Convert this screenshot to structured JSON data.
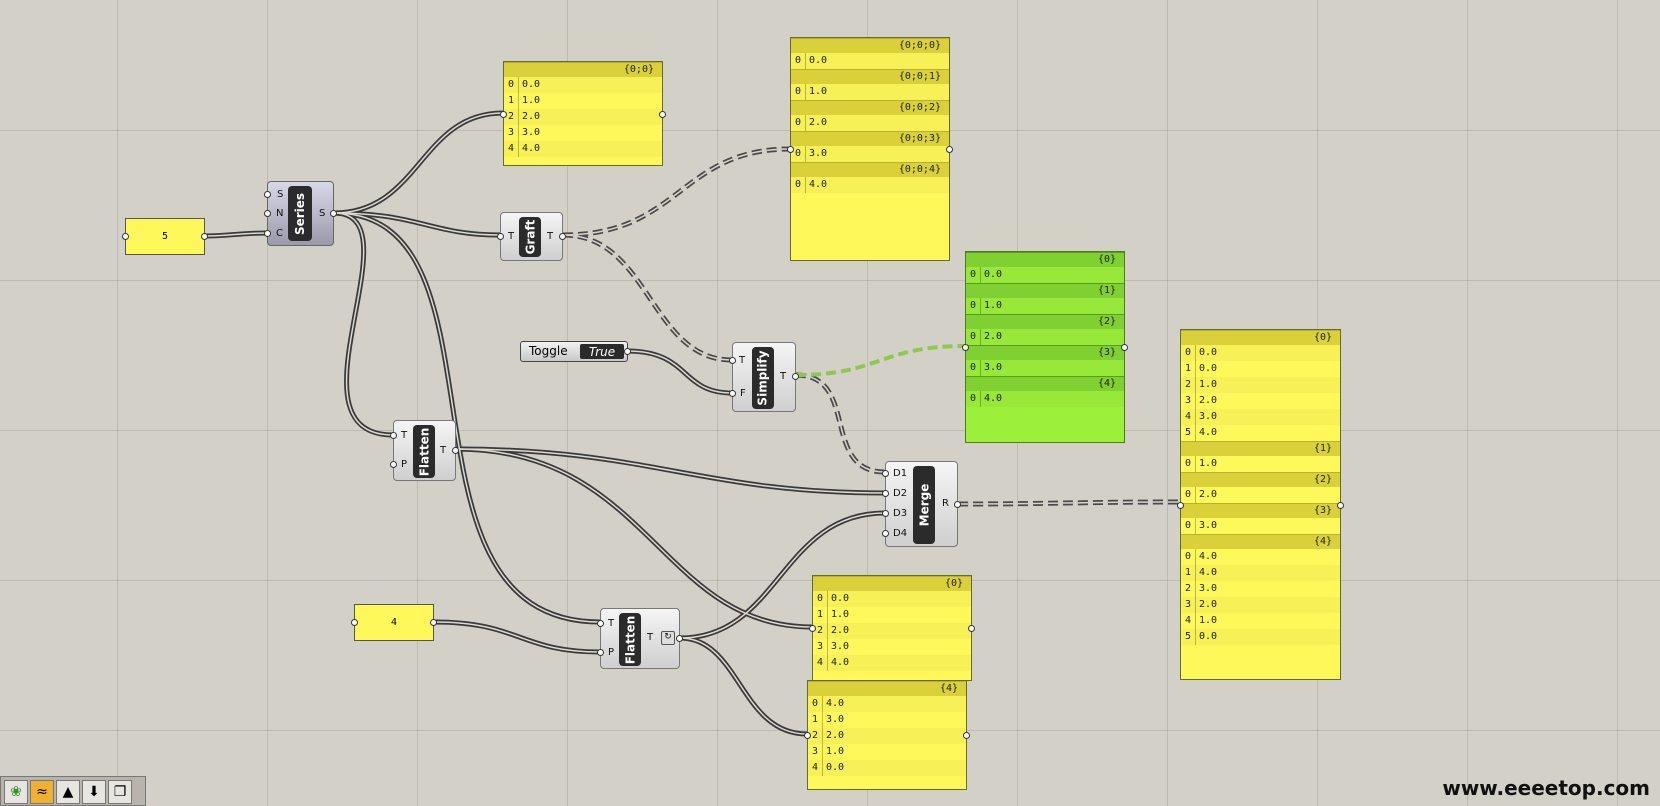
{
  "components": {
    "series": {
      "nickname": "Series",
      "inputs": [
        "S",
        "N",
        "C"
      ],
      "output": "S"
    },
    "graft": {
      "nickname": "Graft",
      "input": "T",
      "output": "T"
    },
    "simplify": {
      "nickname": "Simplify",
      "inputs": [
        "T",
        "F"
      ],
      "output": "T"
    },
    "flatten1": {
      "nickname": "Flatten",
      "inputs": [
        "T",
        "P"
      ],
      "output": "T"
    },
    "flatten2": {
      "nickname": "Flatten",
      "inputs": [
        "T",
        "P"
      ],
      "output": "T"
    },
    "merge": {
      "nickname": "Merge",
      "inputs": [
        "D1",
        "D2",
        "D3",
        "D4"
      ],
      "output": "R"
    }
  },
  "sliders": {
    "count": "5",
    "path": "4"
  },
  "toggle": {
    "label": "Toggle",
    "value": "True"
  },
  "panels": {
    "series_out": {
      "branches": [
        {
          "path": "{0;0}",
          "items": [
            "0.0",
            "1.0",
            "2.0",
            "3.0",
            "4.0"
          ]
        }
      ]
    },
    "graft_out": {
      "branches": [
        {
          "path": "{0;0;0}",
          "items": [
            "0.0"
          ]
        },
        {
          "path": "{0;0;1}",
          "items": [
            "1.0"
          ]
        },
        {
          "path": "{0;0;2}",
          "items": [
            "2.0"
          ]
        },
        {
          "path": "{0;0;3}",
          "items": [
            "3.0"
          ]
        },
        {
          "path": "{0;0;4}",
          "items": [
            "4.0"
          ]
        }
      ]
    },
    "simplify_out": {
      "branches": [
        {
          "path": "{0}",
          "items": [
            "0.0"
          ]
        },
        {
          "path": "{1}",
          "items": [
            "1.0"
          ]
        },
        {
          "path": "{2}",
          "items": [
            "2.0"
          ]
        },
        {
          "path": "{3}",
          "items": [
            "3.0"
          ]
        },
        {
          "path": "{4}",
          "items": [
            "4.0"
          ]
        }
      ]
    },
    "merge_out": {
      "branches": [
        {
          "path": "{0}",
          "items": [
            "0.0",
            "0.0",
            "1.0",
            "2.0",
            "3.0",
            "4.0"
          ]
        },
        {
          "path": "{1}",
          "items": [
            "1.0"
          ]
        },
        {
          "path": "{2}",
          "items": [
            "2.0"
          ]
        },
        {
          "path": "{3}",
          "items": [
            "3.0"
          ]
        },
        {
          "path": "{4}",
          "items": [
            "4.0",
            "4.0",
            "3.0",
            "2.0",
            "1.0",
            "0.0"
          ]
        }
      ]
    },
    "flatten_mid": {
      "branches": [
        {
          "path": "{0}",
          "items": [
            "0.0",
            "1.0",
            "2.0",
            "3.0",
            "4.0"
          ]
        }
      ]
    },
    "flatten_low": {
      "branches": [
        {
          "path": "{4}",
          "items": [
            "4.0",
            "3.0",
            "2.0",
            "1.0",
            "0.0"
          ]
        }
      ]
    }
  },
  "toolbar": {
    "icons": [
      "sprout-icon",
      "sound-wave-icon",
      "tree-icon",
      "download-icon",
      "stack-icon"
    ]
  },
  "watermark": "www.eeeetop.com"
}
